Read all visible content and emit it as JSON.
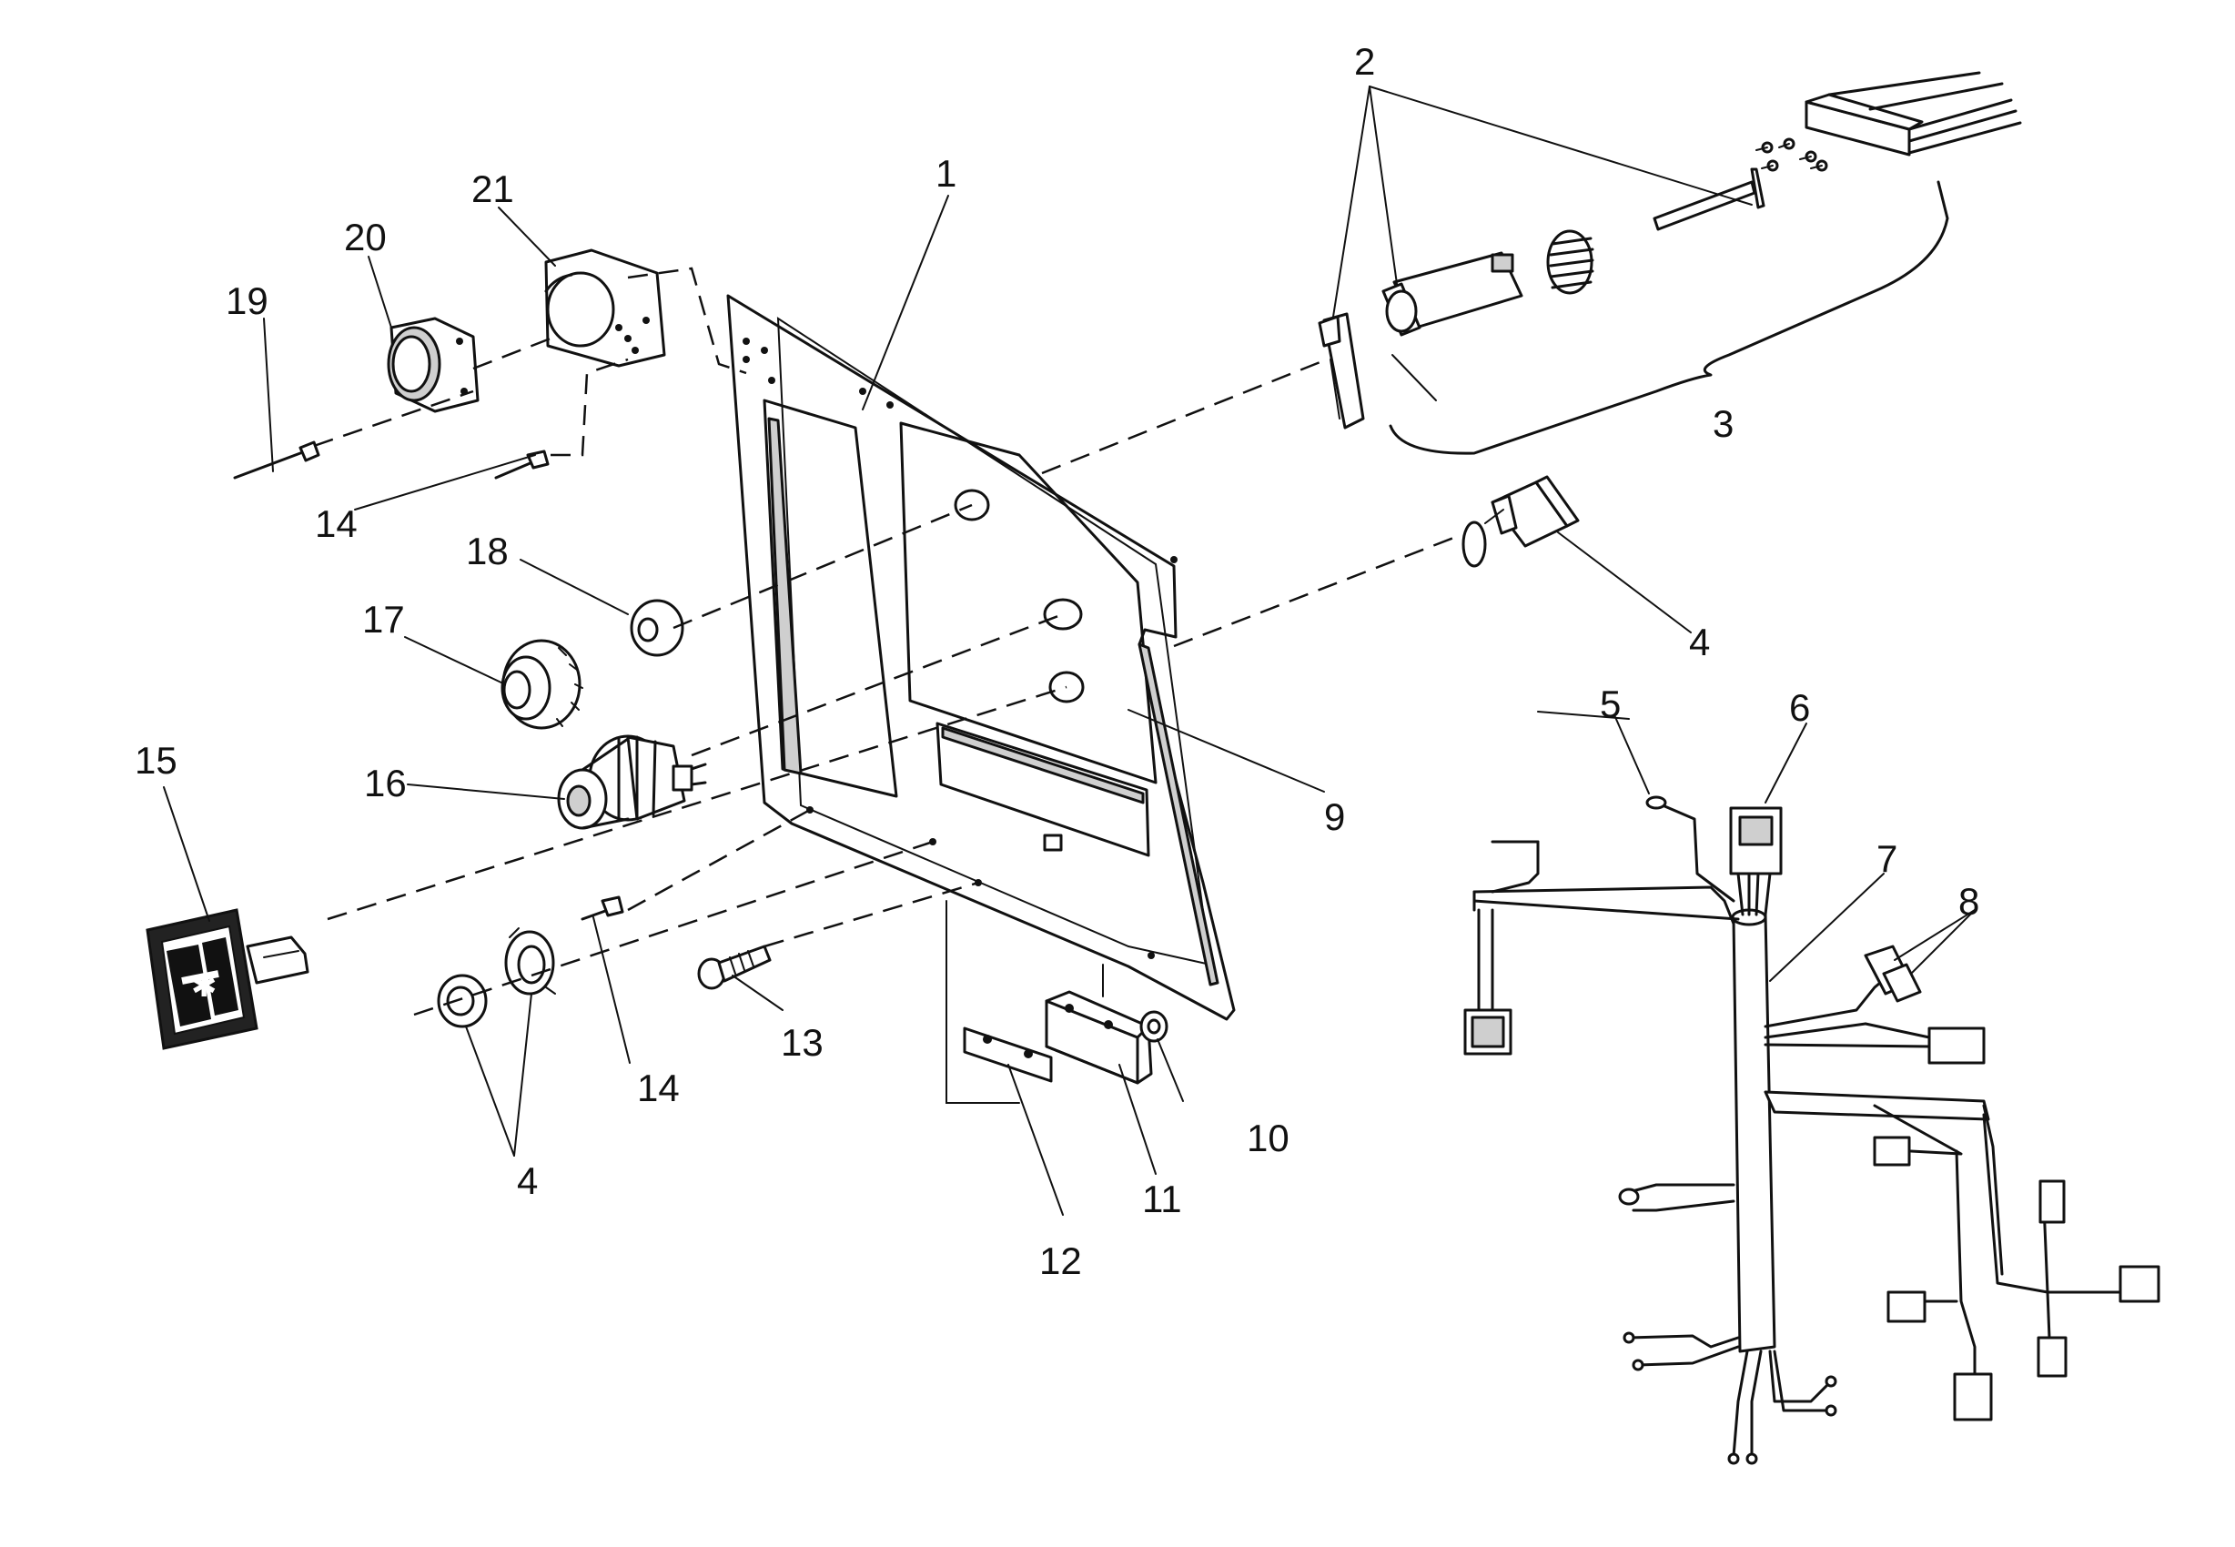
{
  "callouts": {
    "c1": "1",
    "c2": "2",
    "c3": "3",
    "c4a": "4",
    "c4b": "4",
    "c5": "5",
    "c6": "6",
    "c7": "7",
    "c8": "8",
    "c9": "9",
    "c10": "10",
    "c11": "11",
    "c12": "12",
    "c13": "13",
    "c14a": "14",
    "c14b": "14",
    "c15": "15",
    "c16": "16",
    "c17": "17",
    "c18": "18",
    "c19": "19",
    "c20": "20",
    "c21": "21"
  },
  "parts": {
    "p1": "instrument-panel",
    "p2": "switch-fasteners",
    "p3": "switch-assembly",
    "p4": "toggle-switch",
    "p5": "ring-terminal",
    "p6": "connector-block",
    "p7": "wiring-harness",
    "p8": "inline-fuse-holders",
    "p9": "panel-opening",
    "p10": "nut",
    "p11": "mounting-bracket",
    "p12": "plate",
    "p13": "bolt",
    "p14": "screw",
    "p15": "ignition-key",
    "p16": "ignition-switch",
    "p17": "lock-nut",
    "p18": "washer",
    "p19": "screw",
    "p20": "gauge-bezel",
    "p21": "gauge-bracket"
  }
}
